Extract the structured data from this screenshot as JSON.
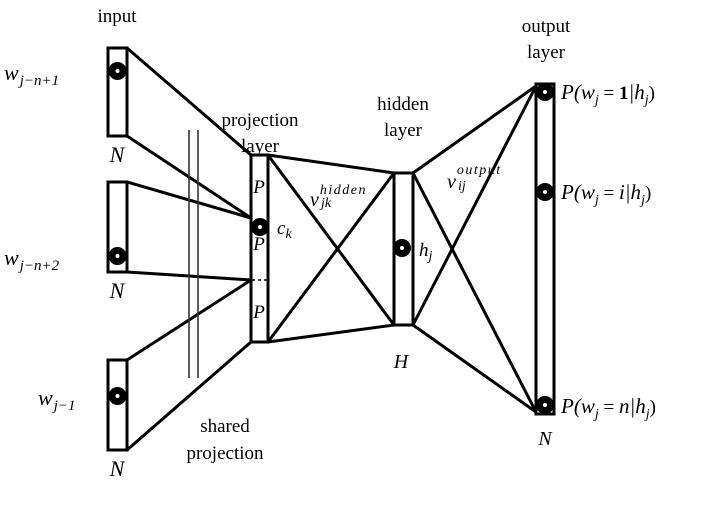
{
  "labels": {
    "input": "input",
    "projection_line1": "projection",
    "projection_line2": "layer",
    "hidden_line1": "hidden",
    "hidden_line2": "layer",
    "output_line1": "output",
    "output_line2": "layer",
    "shared_line1": "shared",
    "shared_line2": "projection"
  },
  "inputs": [
    {
      "word_base": "w",
      "word_sub": "j−n+1",
      "size": "N"
    },
    {
      "word_base": "w",
      "word_sub": "j−n+2",
      "size": "N"
    },
    {
      "word_base": "w",
      "word_sub": "j−1",
      "size": "N"
    }
  ],
  "projection": {
    "segment_label": "P",
    "unit_base": "c",
    "unit_sub": "k"
  },
  "hidden": {
    "size": "H",
    "unit_base": "h",
    "unit_sub": "j",
    "weight_base": "v",
    "weight_sub": "jk",
    "weight_sup": "hidden"
  },
  "output": {
    "size": "N",
    "weight_base": "v",
    "weight_sub": "ij",
    "weight_sup": "output",
    "units": [
      {
        "prefix": "P(w",
        "sub": "j",
        "mid": " = ",
        "value": "1",
        "bold": true,
        "suffix_base": "|h",
        "suffix_sub": "j",
        "close": ")"
      },
      {
        "prefix": "P(w",
        "sub": "j",
        "mid": " = ",
        "value": "i",
        "bold": false,
        "suffix_base": "|h",
        "suffix_sub": "j",
        "close": ")"
      },
      {
        "prefix": "P(w",
        "sub": "j",
        "mid": " = ",
        "value": "n",
        "bold": false,
        "suffix_base": "|h",
        "suffix_sub": "j",
        "close": ")"
      }
    ]
  }
}
